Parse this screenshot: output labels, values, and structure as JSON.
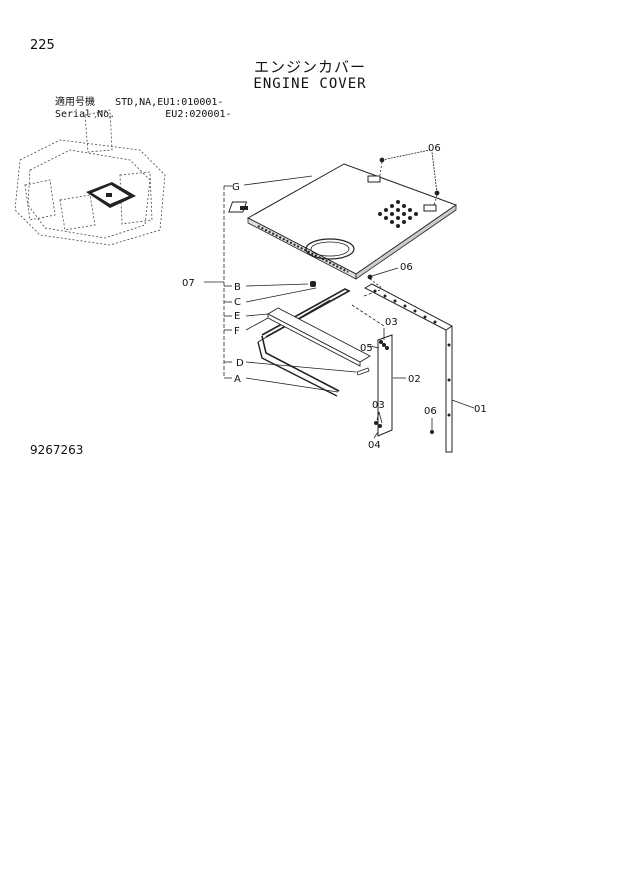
{
  "page_number": "225",
  "title_jp": "エンジンカバー",
  "title_en": "ENGINE COVER",
  "serial": {
    "line1_label": "適用号機",
    "line1_value": "STD,NA,EU1:010001-",
    "line2_label": "Serial No.",
    "line2_value": "EU2:020001-"
  },
  "drawing_number": "9267263",
  "callouts": {
    "c01": "01",
    "c02": "02",
    "c03a": "03",
    "c03b": "03",
    "c04": "04",
    "c05": "05",
    "c06a": "06",
    "c06b": "06",
    "c06c": "06",
    "c07": "07",
    "cA": "A",
    "cB": "B",
    "cC": "C",
    "cD": "D",
    "cE": "E",
    "cF": "F",
    "cG": "G"
  }
}
